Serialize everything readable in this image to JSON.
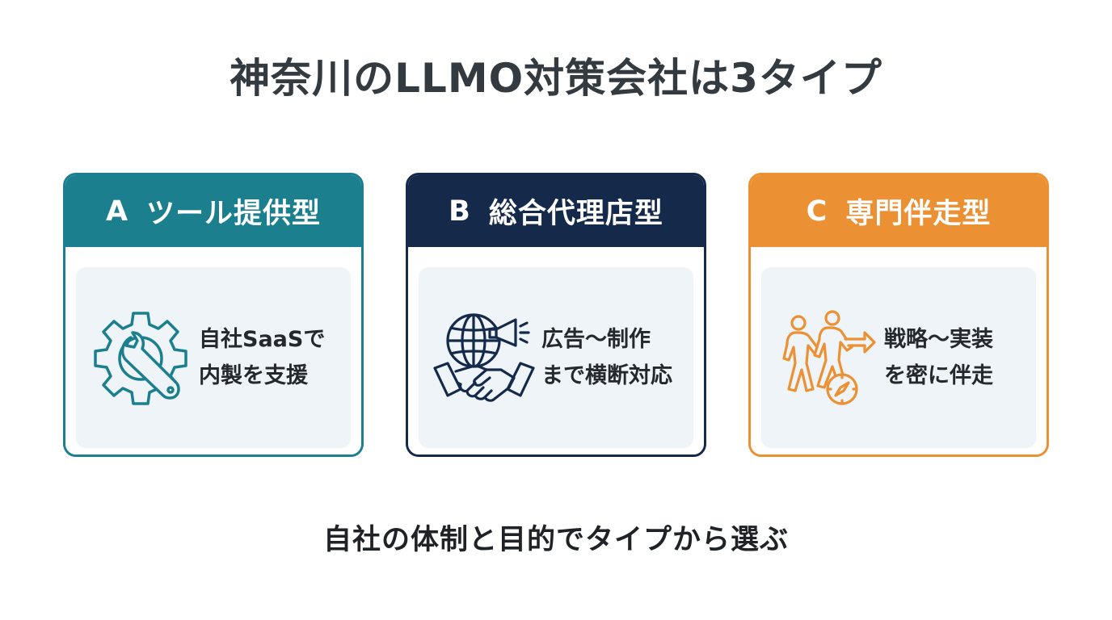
{
  "title": "神奈川のLLMO対策会社は3タイプ",
  "colors": {
    "type_a": "#1c7f8e",
    "type_b": "#152a4a",
    "type_c": "#ec9133",
    "inner_bg": "#eef4f7"
  },
  "cards": [
    {
      "letter": "A",
      "name": "ツール提供型",
      "icon": "gear-wrench-icon",
      "lines": [
        "自社SaaSで",
        "内製を支援"
      ]
    },
    {
      "letter": "B",
      "name": "総合代理店型",
      "icon": "globe-megaphone-handshake-icon",
      "lines": [
        "広告〜制作",
        "まで横断対応"
      ]
    },
    {
      "letter": "C",
      "name": "専門伴走型",
      "icon": "walking-people-compass-icon",
      "lines": [
        "戦略〜実装",
        "を密に伴走"
      ]
    }
  ],
  "footer": "自社の体制と目的でタイプから選ぶ"
}
